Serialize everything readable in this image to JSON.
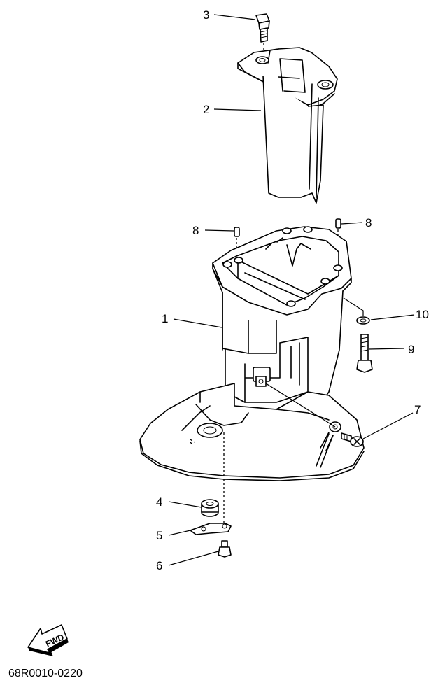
{
  "callouts": {
    "c1": "1",
    "c2": "2",
    "c3": "3",
    "c4": "4",
    "c5": "5",
    "c6": "6",
    "c7": "7",
    "c8a": "8",
    "c8b": "8",
    "c9": "9",
    "c10": "10"
  },
  "fwd_label": "FWD",
  "diagram_code": "68R0010-0220"
}
